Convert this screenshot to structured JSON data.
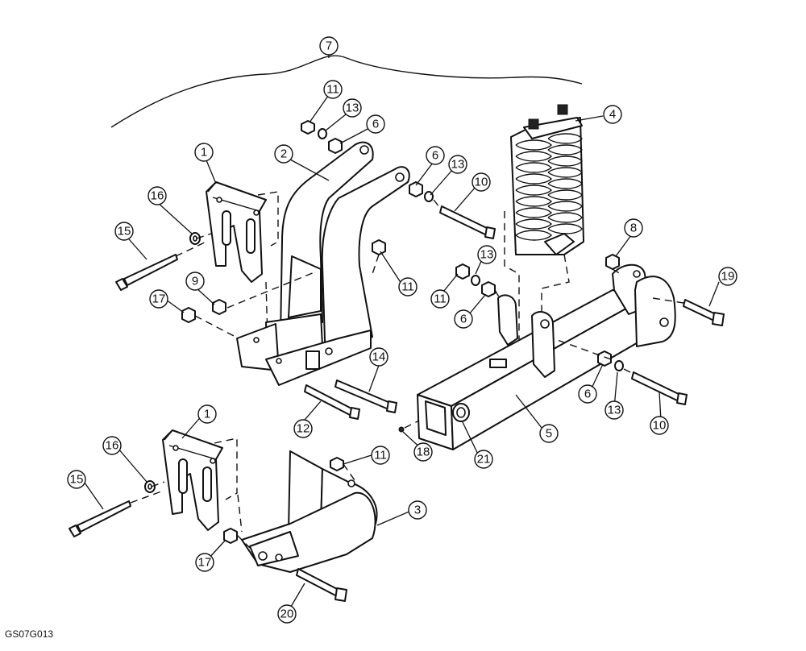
{
  "drawing_code": "GS07G013",
  "callouts": [
    "1",
    "2",
    "3",
    "4",
    "5",
    "6",
    "7",
    "8",
    "9",
    "10",
    "11",
    "12",
    "13",
    "14",
    "15",
    "16",
    "17",
    "18",
    "19",
    "20",
    "21"
  ],
  "parts": {
    "shank_holder": "1",
    "upright_bracket": "2",
    "lower_bracket": "3",
    "spring_assembly": "4",
    "beam": "5",
    "nut_6": "6",
    "toolbar": "7",
    "nut_8": "8",
    "nut_9": "9",
    "bolt_10": "10",
    "nut_11": "11",
    "bolt_12": "12",
    "washer_13": "13",
    "bolt_14": "14",
    "bolt_15": "15",
    "washer_16": "16",
    "nut_17": "17",
    "grease_fitting_18": "18",
    "bolt_19": "19",
    "bolt_20": "20",
    "bushing_21": "21"
  }
}
